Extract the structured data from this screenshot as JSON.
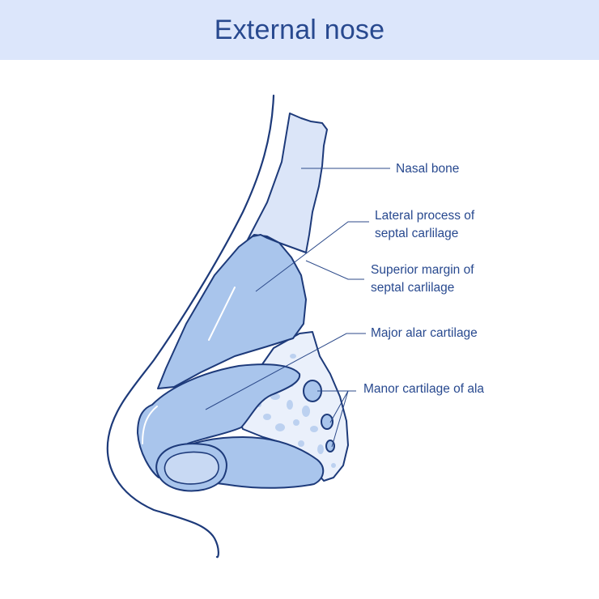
{
  "title": "External nose",
  "labels": {
    "nasal_bone": "Nasal bone",
    "lateral_process_line1": "Lateral process of",
    "lateral_process_line2": "septal carlilage",
    "superior_margin_line1": "Superior margin of",
    "superior_margin_line2": "septal carlilage",
    "major_alar": "Major alar cartilage",
    "minor_cartilage": "Manor cartilage of ala"
  },
  "colors": {
    "outline": "#1d3a7a",
    "bone_fill": "#dbe5f8",
    "cartilage_fill": "#a9c5ec",
    "fatty_fill": "#c8d9f3",
    "header_bg": "#dce6fb",
    "text": "#28498f"
  }
}
